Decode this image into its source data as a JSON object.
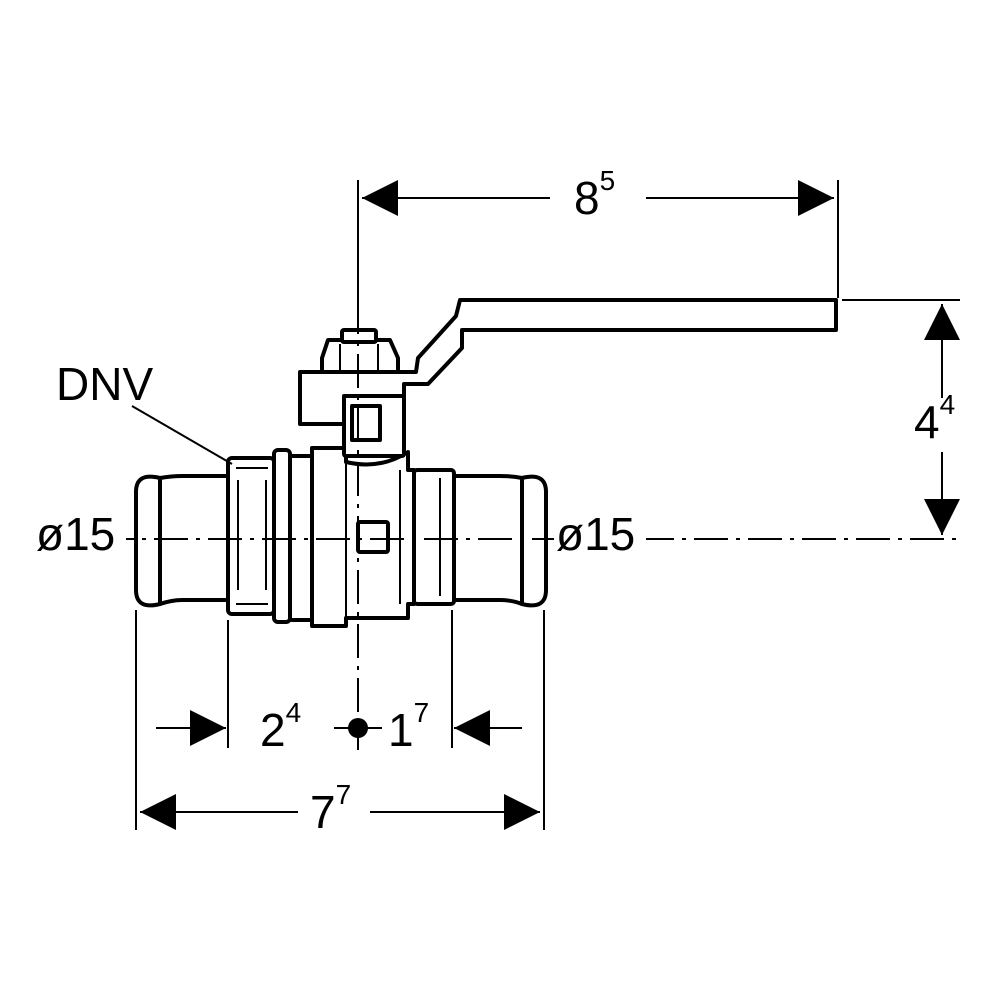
{
  "labels": {
    "handle_length": {
      "base": "8",
      "sup": "5"
    },
    "height": {
      "base": "4",
      "sup": "4"
    },
    "left_offset": {
      "base": "2",
      "sup": "4"
    },
    "right_offset": {
      "base": "1",
      "sup": "7"
    },
    "total_length": {
      "base": "7",
      "sup": "7"
    },
    "left_diameter": "ø15",
    "right_diameter": "ø15",
    "callout": "DNV"
  },
  "colors": {
    "stroke": "#000000",
    "background": "#ffffff"
  }
}
